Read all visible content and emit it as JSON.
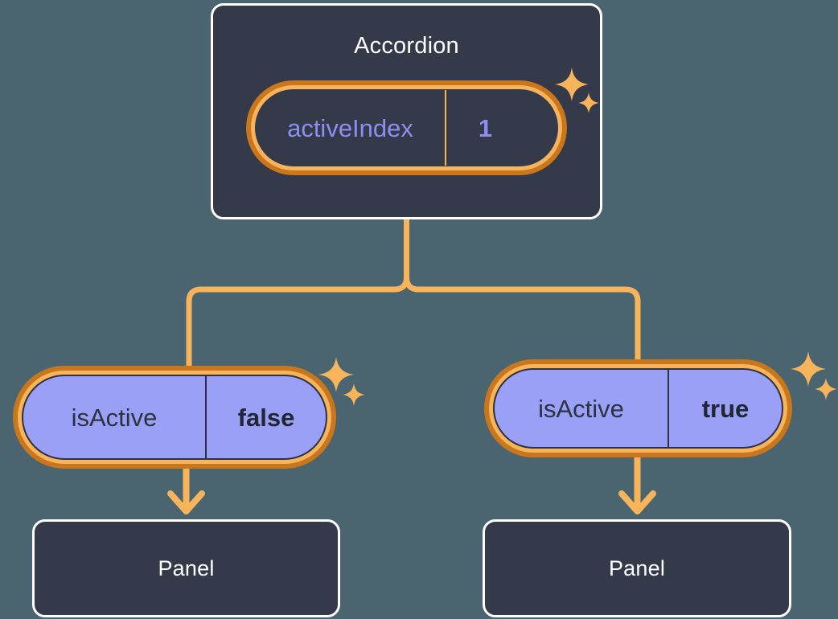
{
  "diagram": {
    "type": "component-tree",
    "background_color": "#4a6570",
    "accent_color": "#f7b45a",
    "accent_dark_color": "#c9761c",
    "card_color": "#343a4a",
    "chip_color": "#9aa0f5",
    "chip_text_color": "#2c3240",
    "prop_text_color": "#8b8ff0",
    "title_color": "#ffffff"
  },
  "root": {
    "title": "Accordion",
    "state_pill": {
      "key": "activeIndex",
      "value": "1",
      "highlighted": true
    },
    "sparkle_label": "sparkles-icon"
  },
  "branches": [
    {
      "id": "left",
      "state_pill": {
        "key": "isActive",
        "value": "false",
        "highlighted": true
      },
      "sparkle_label": "sparkles-icon",
      "child": {
        "title": "Panel"
      }
    },
    {
      "id": "right",
      "state_pill": {
        "key": "isActive",
        "value": "true",
        "highlighted": true
      },
      "sparkle_label": "sparkles-icon",
      "child": {
        "title": "Panel"
      }
    }
  ],
  "connectors": {
    "root_to_branches": "rounded-tee",
    "branch_to_child": "down-arrow"
  }
}
